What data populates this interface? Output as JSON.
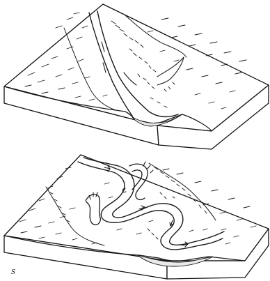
{
  "figure": {
    "panels": [
      {
        "id": "top",
        "river_form": "straight"
      },
      {
        "id": "bottom",
        "river_form": "meandering"
      }
    ],
    "signature": "S"
  }
}
